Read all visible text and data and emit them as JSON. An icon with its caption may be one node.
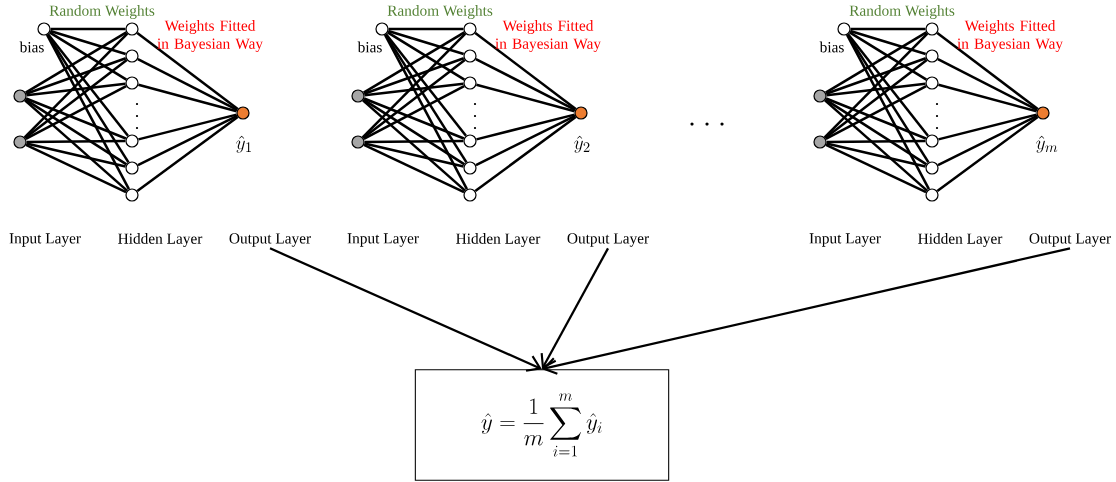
{
  "diagram": {
    "nodes": [
      {
        "text": [],
        "shape": "circle"
      },
      {
        "text": [],
        "shape": "circle"
      },
      {
        "text": [],
        "shape": "circle"
      },
      {
        "text": [],
        "shape": "circle"
      },
      {
        "text": [],
        "shape": "circle"
      },
      {
        "text": [],
        "shape": "circle"
      },
      {
        "text": [],
        "shape": "circle"
      },
      {
        "text": [],
        "shape": "circle"
      },
      {
        "text": [],
        "shape": "circle"
      },
      {
        "text": [],
        "shape": "circle",
        "beside": [
          "\\hat{y}_{1}"
        ]
      },
      {
        "text": [
          "Output Layer"
        ]
      },
      {
        "text": [],
        "shape": "circle"
      },
      {
        "text": [],
        "shape": "circle"
      },
      {
        "text": [],
        "shape": "circle"
      },
      {
        "text": [],
        "shape": "circle"
      },
      {
        "text": [],
        "shape": "circle"
      },
      {
        "text": [],
        "shape": "circle"
      },
      {
        "text": [],
        "shape": "circle"
      },
      {
        "text": [],
        "shape": "circle"
      },
      {
        "text": [],
        "shape": "circle"
      },
      {
        "text": [],
        "shape": "circle",
        "beside": [
          "\\hat{y}_{2}"
        ]
      },
      {
        "text": [
          "Output Layer"
        ]
      },
      {
        "text": [],
        "shape": "circle"
      },
      {
        "text": [],
        "shape": "circle"
      },
      {
        "text": [],
        "shape": "circle"
      },
      {
        "text": [],
        "shape": "circle"
      },
      {
        "text": [],
        "shape": "circle"
      },
      {
        "text": [],
        "shape": "circle"
      },
      {
        "text": [],
        "shape": "circle"
      },
      {
        "text": [],
        "shape": "circle"
      },
      {
        "text": [],
        "shape": "circle"
      },
      {
        "text": [],
        "shape": "circle",
        "beside": [
          "\\hat{y}_{m}"
        ]
      },
      {
        "text": [
          "Output Layer"
        ]
      },
      {
        "text": [
          "\\hat{y} = \\frac{1}{m}\\sum_{i=1}^{m}\\hat{y}_{i}"
        ]
      }
    ],
    "edges": [
      {
        "from": 0,
        "to": 3,
        "arrow": "none"
      },
      {
        "from": 0,
        "to": 4,
        "arrow": "none"
      },
      {
        "from": 0,
        "to": 5,
        "arrow": "none"
      },
      {
        "from": 0,
        "to": 6,
        "arrow": "none"
      },
      {
        "from": 0,
        "to": 7,
        "arrow": "none"
      },
      {
        "from": 0,
        "to": 8,
        "arrow": "none"
      },
      {
        "from": 1,
        "to": 3,
        "arrow": "none"
      },
      {
        "from": 1,
        "to": 4,
        "arrow": "none"
      },
      {
        "from": 1,
        "to": 5,
        "arrow": "none"
      },
      {
        "from": 1,
        "to": 6,
        "arrow": "none"
      },
      {
        "from": 1,
        "to": 7,
        "arrow": "none"
      },
      {
        "from": 1,
        "to": 8,
        "arrow": "none"
      },
      {
        "from": 2,
        "to": 3,
        "arrow": "none"
      },
      {
        "from": 2,
        "to": 4,
        "arrow": "none"
      },
      {
        "from": 2,
        "to": 5,
        "arrow": "none"
      },
      {
        "from": 2,
        "to": 6,
        "arrow": "none"
      },
      {
        "from": 2,
        "to": 7,
        "arrow": "none"
      },
      {
        "from": 2,
        "to": 8,
        "arrow": "none"
      },
      {
        "from": 3,
        "to": 9,
        "arrow": "none"
      },
      {
        "from": 4,
        "to": 9,
        "arrow": "none"
      },
      {
        "from": 5,
        "to": 9,
        "arrow": "none"
      },
      {
        "from": 6,
        "to": 9,
        "arrow": "none"
      },
      {
        "from": 7,
        "to": 9,
        "arrow": "none"
      },
      {
        "from": 8,
        "to": 9,
        "arrow": "none"
      },
      {
        "from": 11,
        "to": 14,
        "arrow": "none"
      },
      {
        "from": 11,
        "to": 15,
        "arrow": "none"
      },
      {
        "from": 11,
        "to": 16,
        "arrow": "none"
      },
      {
        "from": 11,
        "to": 17,
        "arrow": "none"
      },
      {
        "from": 11,
        "to": 18,
        "arrow": "none"
      },
      {
        "from": 11,
        "to": 19,
        "arrow": "none"
      },
      {
        "from": 12,
        "to": 14,
        "arrow": "none"
      },
      {
        "from": 12,
        "to": 15,
        "arrow": "none"
      },
      {
        "from": 12,
        "to": 16,
        "arrow": "none"
      },
      {
        "from": 12,
        "to": 17,
        "arrow": "none"
      },
      {
        "from": 12,
        "to": 18,
        "arrow": "none"
      },
      {
        "from": 12,
        "to": 19,
        "arrow": "none"
      },
      {
        "from": 13,
        "to": 14,
        "arrow": "none"
      },
      {
        "from": 13,
        "to": 15,
        "arrow": "none"
      },
      {
        "from": 13,
        "to": 16,
        "arrow": "none"
      },
      {
        "from": 13,
        "to": 17,
        "arrow": "none"
      },
      {
        "from": 13,
        "to": 18,
        "arrow": "none"
      },
      {
        "from": 13,
        "to": 19,
        "arrow": "none"
      },
      {
        "from": 14,
        "to": 20,
        "arrow": "none"
      },
      {
        "from": 15,
        "to": 20,
        "arrow": "none"
      },
      {
        "from": 16,
        "to": 20,
        "arrow": "none"
      },
      {
        "from": 17,
        "to": 20,
        "arrow": "none"
      },
      {
        "from": 18,
        "to": 20,
        "arrow": "none"
      },
      {
        "from": 19,
        "to": 20,
        "arrow": "none"
      },
      {
        "from": 22,
        "to": 25,
        "arrow": "none"
      },
      {
        "from": 22,
        "to": 26,
        "arrow": "none"
      },
      {
        "from": 22,
        "to": 27,
        "arrow": "none"
      },
      {
        "from": 22,
        "to": 28,
        "arrow": "none"
      },
      {
        "from": 22,
        "to": 29,
        "arrow": "none"
      },
      {
        "from": 22,
        "to": 30,
        "arrow": "none"
      },
      {
        "from": 23,
        "to": 25,
        "arrow": "none"
      },
      {
        "from": 23,
        "to": 26,
        "arrow": "none"
      },
      {
        "from": 23,
        "to": 27,
        "arrow": "none"
      },
      {
        "from": 23,
        "to": 28,
        "arrow": "none"
      },
      {
        "from": 23,
        "to": 29,
        "arrow": "none"
      },
      {
        "from": 23,
        "to": 30,
        "arrow": "none"
      },
      {
        "from": 24,
        "to": 25,
        "arrow": "none"
      },
      {
        "from": 24,
        "to": 26,
        "arrow": "none"
      },
      {
        "from": 24,
        "to": 27,
        "arrow": "none"
      },
      {
        "from": 24,
        "to": 28,
        "arrow": "none"
      },
      {
        "from": 24,
        "to": 29,
        "arrow": "none"
      },
      {
        "from": 24,
        "to": 30,
        "arrow": "none"
      },
      {
        "from": 25,
        "to": 31,
        "arrow": "none"
      },
      {
        "from": 26,
        "to": 31,
        "arrow": "none"
      },
      {
        "from": 27,
        "to": 31,
        "arrow": "none"
      },
      {
        "from": 28,
        "to": 31,
        "arrow": "none"
      },
      {
        "from": 29,
        "to": 31,
        "arrow": "none"
      },
      {
        "from": 30,
        "to": 31,
        "arrow": "none"
      },
      {
        "from": 10,
        "to": 33,
        "arrow": "to"
      },
      {
        "from": 21,
        "to": 33,
        "arrow": "to"
      },
      {
        "from": 32,
        "to": 33,
        "arrow": "to"
      }
    ],
    "labels": [
      "Random Weights",
      "bias",
      "Weights Fitted in Bayesian Way",
      "Input Layer",
      "Hidden Layer",
      "Random Weights",
      "bias",
      "Weights Fitted in Bayesian Way",
      "Input Layer",
      "Hidden Layer",
      "Random Weights",
      "bias",
      "Weights Fitted in Bayesian Way",
      "Input Layer",
      "Hidden Layer"
    ]
  }
}
